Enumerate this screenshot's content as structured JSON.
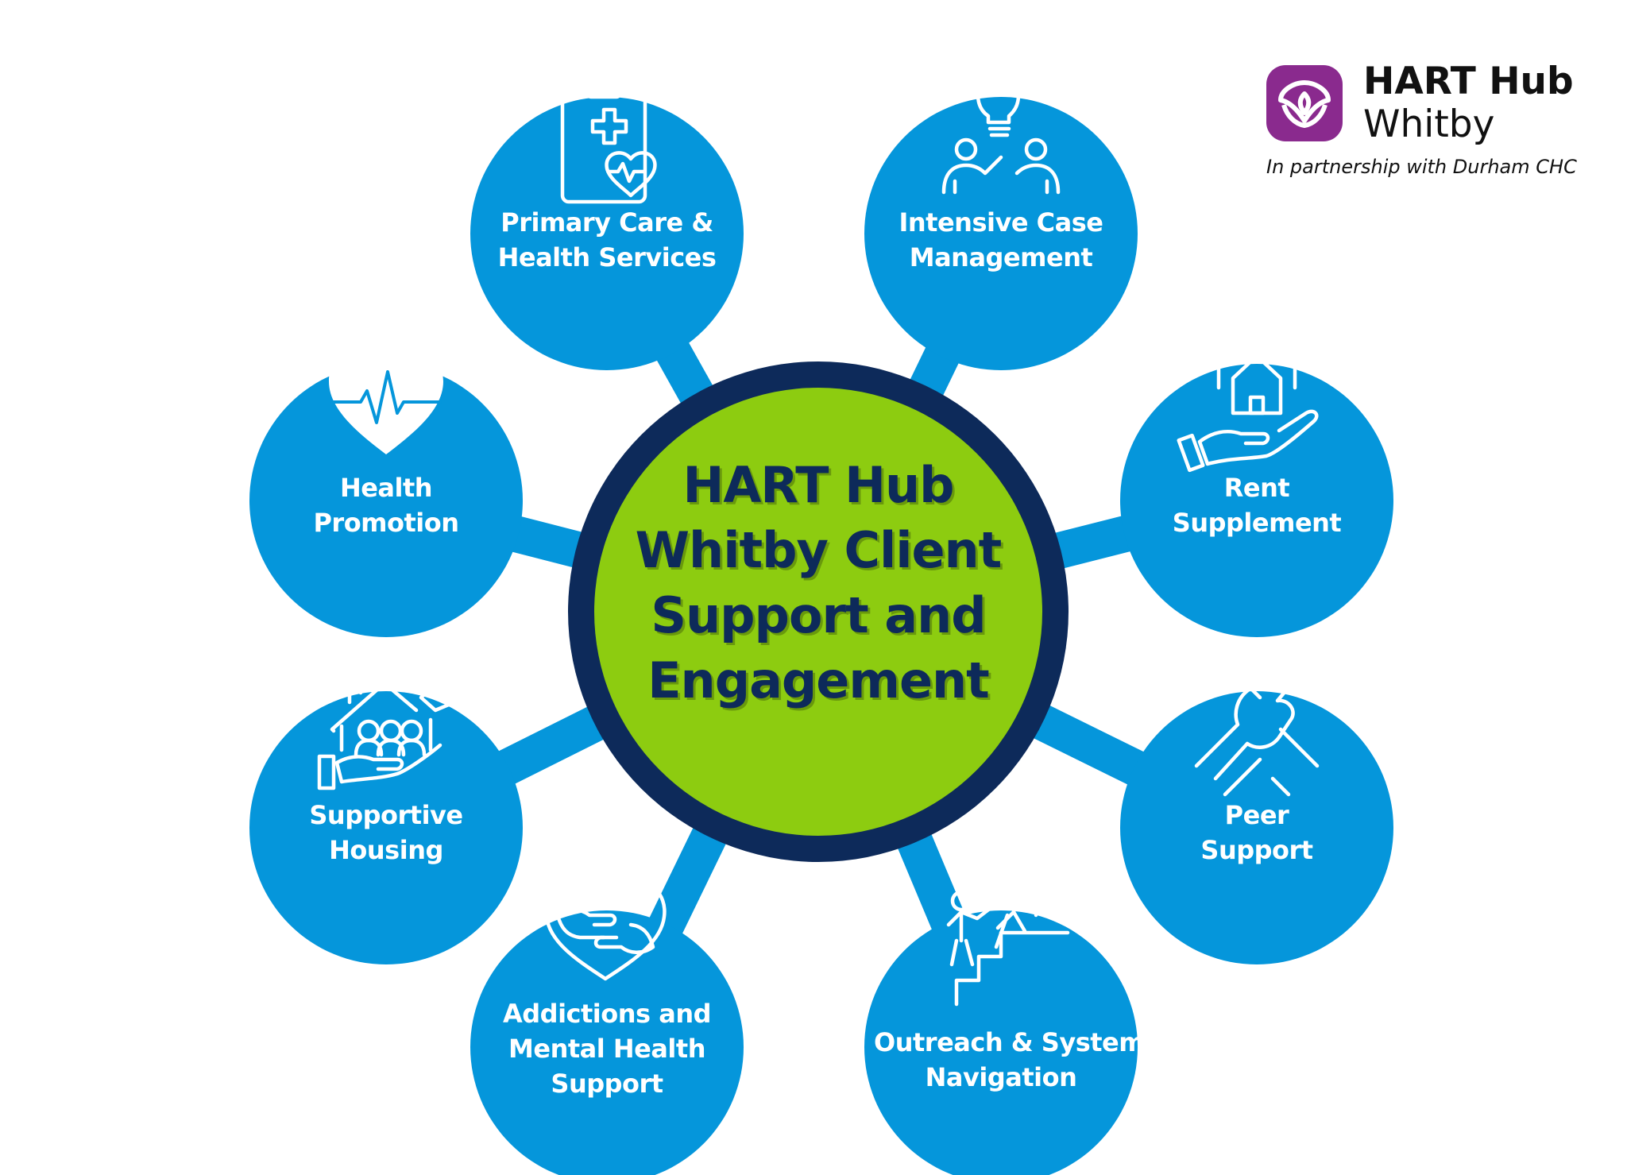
{
  "brand": {
    "name": "HART Hub",
    "location": "Whitby",
    "tagline": "In partnership with Durham CHC",
    "logo_icon": "ontario-trillium-icon",
    "logo_color": "#8a2a8e"
  },
  "center": {
    "lines": [
      "HART Hub",
      "Whitby Client",
      "Support and",
      "Engagement"
    ]
  },
  "colors": {
    "node_fill": "#0596db",
    "center_fill": "#8dcc10",
    "center_ring": "#0d2a5a",
    "connector": "#0596db",
    "text_dark": "#0d2a5a"
  },
  "nodes": [
    {
      "id": "primary-care",
      "icon": "clipboard-heartbeat-icon",
      "lines": [
        "Primary Care &",
        "Health Services"
      ]
    },
    {
      "id": "intensive-case-management",
      "icon": "lightbulb-people-icon",
      "lines": [
        "Intensive Case",
        "Management"
      ]
    },
    {
      "id": "rent-supplement",
      "icon": "house-in-hand-icon",
      "lines": [
        "Rent",
        "Supplement"
      ]
    },
    {
      "id": "peer-support",
      "icon": "handshake-icon",
      "lines": [
        "Peer",
        "Support"
      ]
    },
    {
      "id": "outreach-navigation",
      "icon": "helping-climb-stairs-icon",
      "lines": [
        "Outreach & System",
        "Navigation"
      ]
    },
    {
      "id": "addictions-mental-health",
      "icon": "heart-hands-icon",
      "lines": [
        "Addictions and",
        "Mental Health",
        "Support"
      ]
    },
    {
      "id": "supportive-housing",
      "icon": "house-family-icon",
      "lines": [
        "Supportive",
        "Housing"
      ]
    },
    {
      "id": "health-promotion",
      "icon": "heart-pulse-icon",
      "lines": [
        "Health",
        "Promotion"
      ]
    }
  ]
}
